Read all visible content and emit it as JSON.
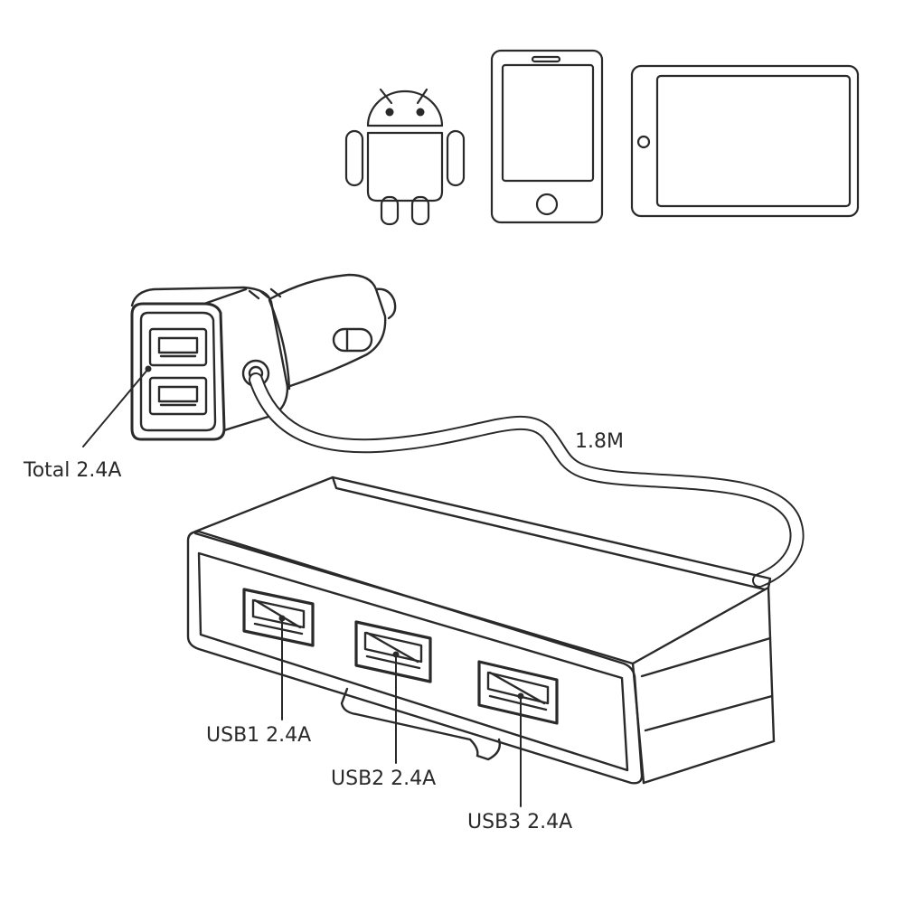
{
  "labels": {
    "total": "Total 2.4A",
    "cable_length": "1.8M",
    "usb1": "USB1 2.4A",
    "usb2": "USB2 2.4A",
    "usb3": "USB3 2.4A"
  },
  "devices": [
    {
      "icon": "android-robot-icon"
    },
    {
      "icon": "smartphone-icon"
    },
    {
      "icon": "tablet-icon"
    }
  ],
  "colors": {
    "line": "#2a2a2a",
    "background": "#ffffff"
  }
}
